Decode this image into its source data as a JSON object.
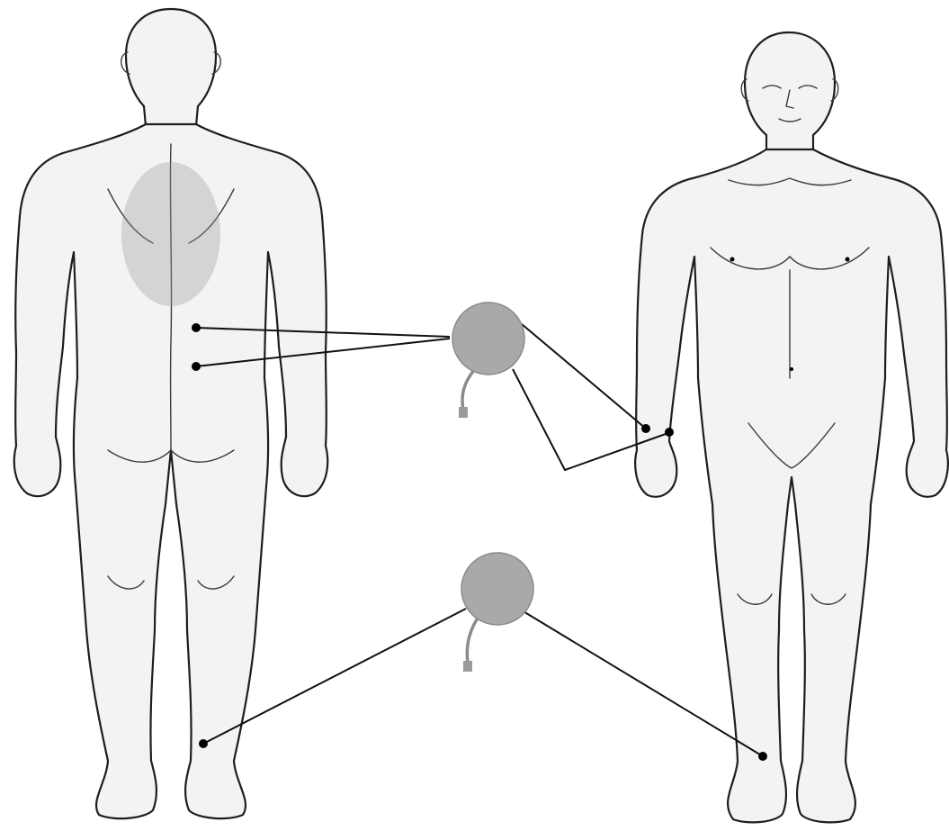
{
  "figure": {
    "views": [
      "posterior-view",
      "anterior-view"
    ],
    "devices": [
      {
        "name": "upper-stimulator",
        "electrode_sites": [
          "lower-back-upper",
          "lower-back-lower",
          "wrist-inner",
          "wrist-outer"
        ]
      },
      {
        "name": "lower-stimulator",
        "electrode_sites": [
          "ankle-posterior",
          "ankle-anterior"
        ]
      }
    ],
    "colors": {
      "device": "#a9a9a9",
      "wire": "#111111",
      "outline": "#1e1e1e",
      "skin": "#f3f3f3"
    }
  }
}
